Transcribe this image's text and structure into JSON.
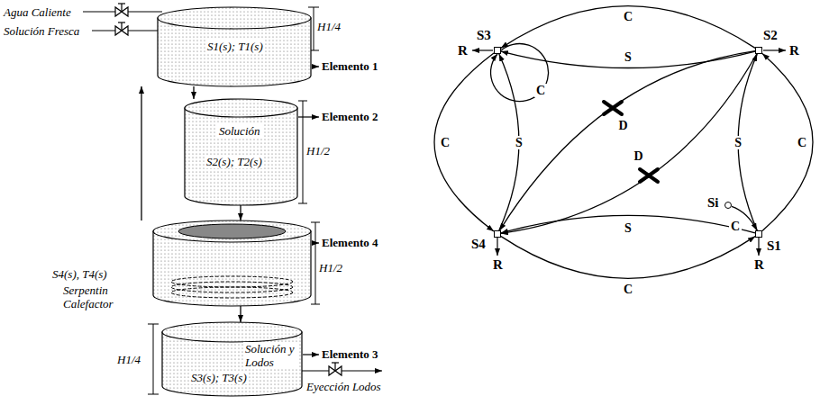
{
  "diagram": {
    "nodes": [
      {
        "text": [
          "S1(s); T1(s)",
          "Elemento 1"
        ]
      },
      {
        "text": [
          "Solución",
          "S2(s); T2(s)",
          "Elemento 2"
        ]
      },
      {
        "text": [
          "S4(s), T4(s)",
          "Serpentin Calefactor",
          "Elemento 4"
        ]
      },
      {
        "text": [
          "Solución y Lodos",
          "S3(s); T3(s)",
          "Elemento 3"
        ]
      },
      {
        "text": [
          "S3"
        ]
      },
      {
        "text": [
          "S2"
        ]
      },
      {
        "text": [
          "S4"
        ]
      },
      {
        "text": [
          "S1"
        ]
      },
      {
        "text": [
          "Si"
        ]
      }
    ],
    "edges": [
      {
        "from": 0,
        "to": 1,
        "arrow": "to"
      },
      {
        "from": 1,
        "to": 2,
        "arrow": "to"
      },
      {
        "from": 2,
        "to": 0,
        "arrow": "to"
      },
      {
        "from": 2,
        "to": 3,
        "arrow": "to"
      },
      {
        "from": 5,
        "to": 4,
        "label": "C",
        "arrow": "to"
      },
      {
        "from": 4,
        "to": 6,
        "label": "C",
        "arrow": "to"
      },
      {
        "from": 6,
        "to": 7,
        "label": "C",
        "arrow": "to"
      },
      {
        "from": 7,
        "to": 5,
        "label": "C",
        "arrow": "to"
      },
      {
        "from": 5,
        "to": 4,
        "label": "S",
        "arrow": "to"
      },
      {
        "from": 6,
        "to": 4,
        "label": "S",
        "arrow": "to"
      },
      {
        "from": 7,
        "to": 6,
        "label": "S",
        "arrow": "to"
      },
      {
        "from": 7,
        "to": 5,
        "label": "S",
        "arrow": "to"
      },
      {
        "from": 5,
        "to": 6,
        "label": "D",
        "arrow": "to"
      },
      {
        "from": 5,
        "to": 6,
        "label": "D",
        "arrow": "to"
      },
      {
        "from": 4,
        "to": 4,
        "label": "C",
        "arrow": "to"
      },
      {
        "from": 8,
        "to": 7,
        "label": "C",
        "arrow": "to"
      }
    ],
    "labels": [
      "Agua Caliente",
      "Solución Fresca",
      "H1/4",
      "H1/2",
      "H1/2",
      "H1/4",
      "Eyección Lodos",
      "R",
      "R",
      "R",
      "R"
    ]
  }
}
